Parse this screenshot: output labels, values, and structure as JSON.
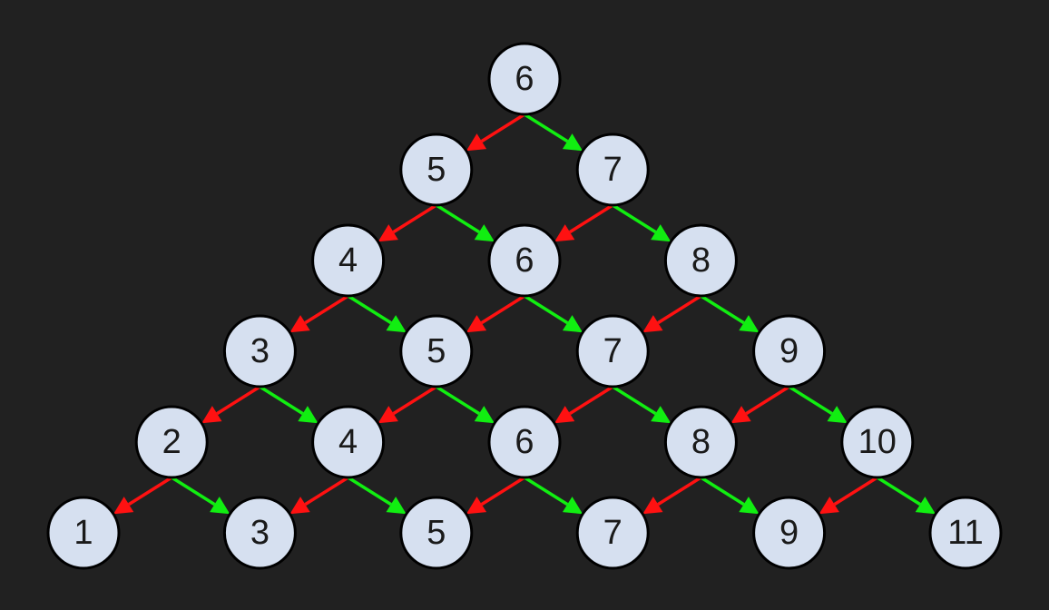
{
  "colors": {
    "background": "#212121",
    "node_fill": "#d6e0f0",
    "node_stroke": "#000000",
    "decrement_edge": "#ff1111",
    "increment_edge": "#11ee11"
  },
  "rows": [
    [
      6
    ],
    [
      5,
      7
    ],
    [
      4,
      6,
      8
    ],
    [
      3,
      5,
      7,
      9
    ],
    [
      2,
      4,
      6,
      8,
      10
    ],
    [
      1,
      3,
      5,
      7,
      9,
      11
    ]
  ]
}
